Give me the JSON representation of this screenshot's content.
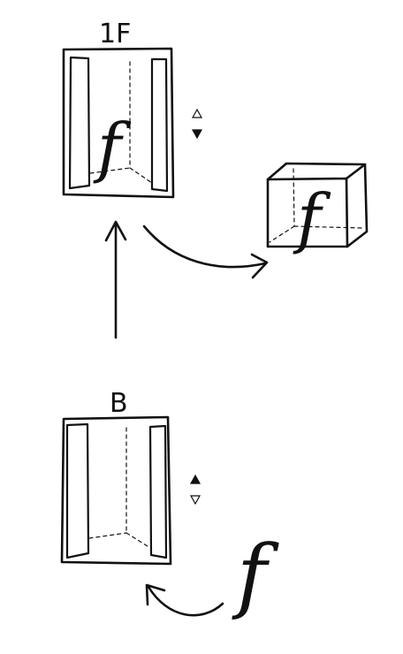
{
  "elevator_top": {
    "floor_label": "1F",
    "content_glyph": "f",
    "indicator": {
      "up": "outline",
      "down": "filled"
    }
  },
  "elevator_bottom": {
    "floor_label": "B",
    "indicator": {
      "up": "filled",
      "down": "outline"
    }
  },
  "box_item": {
    "content_glyph": "f"
  },
  "loose_item": {
    "glyph": "f"
  }
}
